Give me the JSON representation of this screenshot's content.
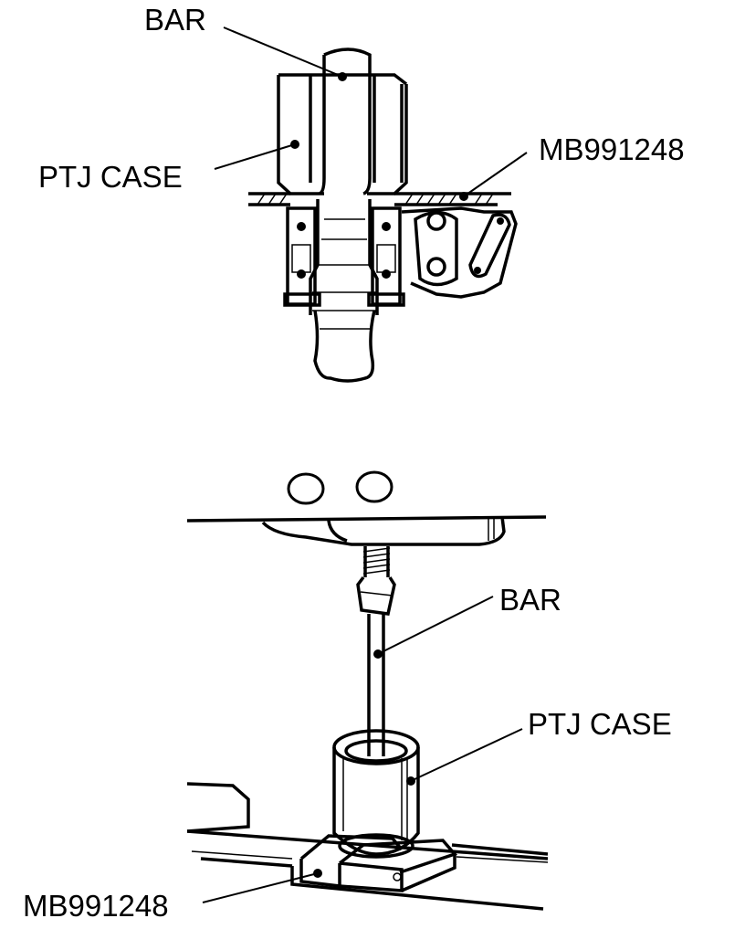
{
  "top_view": {
    "labels": {
      "bar": "BAR",
      "ptj_case": "PTJ CASE",
      "tool": "MB991248"
    }
  },
  "bottom_view": {
    "labels": {
      "bar": "BAR",
      "ptj_case": "PTJ CASE",
      "tool": "MB991248"
    }
  }
}
